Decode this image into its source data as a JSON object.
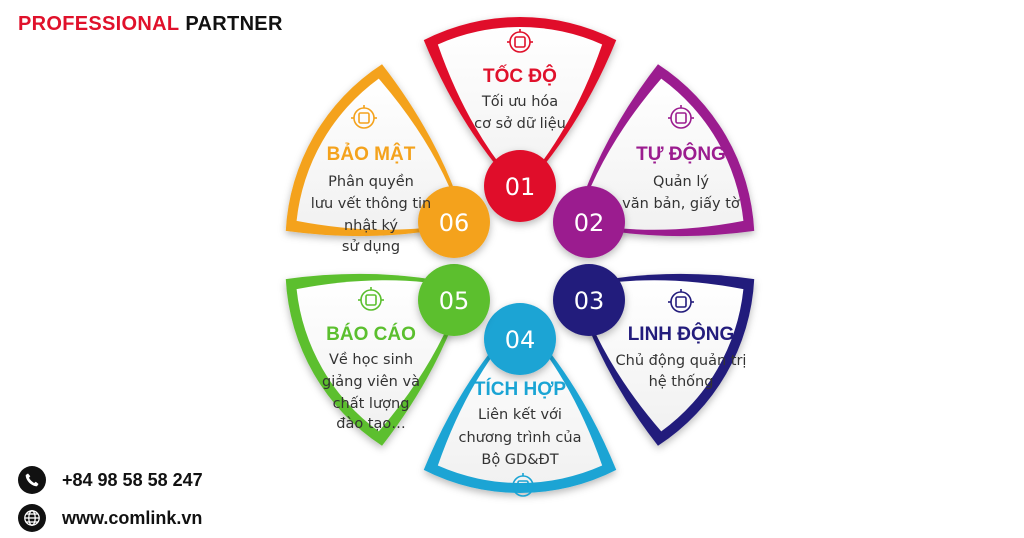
{
  "brand": {
    "word1": "PROFESSIONAL",
    "word2": "PARTNER"
  },
  "colors": {
    "red": "#e0112b",
    "purple": "#9b1c8f",
    "navy": "#231c7c",
    "cyan": "#1aa4d4",
    "green": "#5bbf2e",
    "orange": "#f4a21c"
  },
  "segments": [
    {
      "number": "01",
      "title": "TỐC ĐỘ",
      "desc": [
        "Tối ưu hóa",
        "cơ sở dữ liệu"
      ],
      "color": "#e0112b",
      "icon": "stopwatch-icon"
    },
    {
      "number": "02",
      "title": "TỰ ĐỘNG",
      "desc": [
        "Quản lý",
        "văn bản, giấy tờ"
      ],
      "color": "#9b1c8f",
      "icon": "gear-cycle-icon"
    },
    {
      "number": "03",
      "title": "LINH ĐỘNG",
      "desc": [
        "Chủ động quản trị",
        "hệ thống"
      ],
      "color": "#231c7c",
      "icon": "network-gear-icon"
    },
    {
      "number": "04",
      "title": "TÍCH HỢP",
      "desc": [
        "Liên kết với",
        "chương trình của",
        "Bộ GD&ĐT"
      ],
      "color": "#1aa4d4",
      "icon": "building-icon"
    },
    {
      "number": "05",
      "title": "BÁO CÁO",
      "desc": [
        "Về học sinh",
        "giảng viên và",
        "chất lượng",
        "đào tạo…"
      ],
      "color": "#5bbf2e",
      "icon": "report-chart-icon"
    },
    {
      "number": "06",
      "title": "BẢO MẬT",
      "desc": [
        "Phân quyền",
        "lưu vết thông tin",
        "nhật ký",
        "sử dụng"
      ],
      "color": "#f4a21c",
      "icon": "security-chip-icon"
    }
  ],
  "contacts": {
    "phone": "+84 98 58 58 247",
    "phone_icon": "phone-icon",
    "website": "www.comlink.vn",
    "website_icon": "globe-icon"
  }
}
